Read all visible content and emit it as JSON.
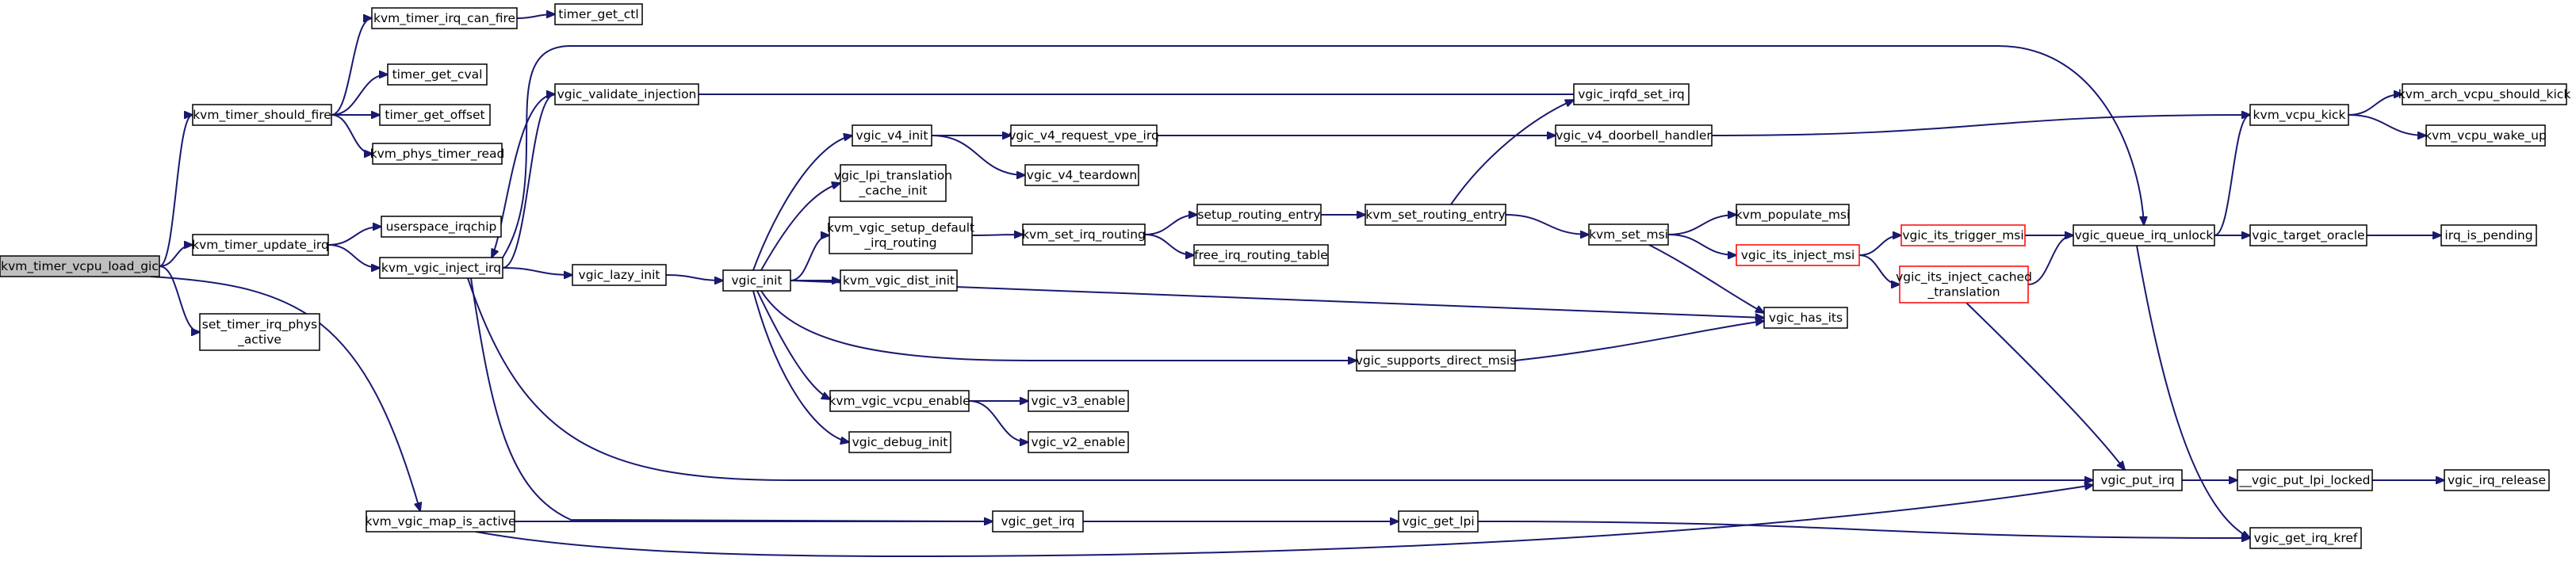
{
  "colors": {
    "edge": "#191970",
    "root_fill": "#bfbfbf",
    "node_fill": "#ffffff",
    "node_border": "#000000",
    "truncated_border": "#ff0000"
  },
  "nodes": [
    {
      "id": "kvm_timer_vcpu_load_gic",
      "lines": [
        "kvm_timer_vcpu_load_gic"
      ],
      "root": true
    },
    {
      "id": "kvm_timer_should_fire",
      "lines": [
        "kvm_timer_should_fire"
      ]
    },
    {
      "id": "kvm_timer_update_irq",
      "lines": [
        "kvm_timer_update_irq"
      ]
    },
    {
      "id": "set_timer_irq_phys_active",
      "lines": [
        "set_timer_irq_phys",
        "_active"
      ]
    },
    {
      "id": "kvm_vgic_map_is_active",
      "lines": [
        "kvm_vgic_map_is_active"
      ]
    },
    {
      "id": "kvm_timer_irq_can_fire",
      "lines": [
        "kvm_timer_irq_can_fire"
      ]
    },
    {
      "id": "timer_get_ctl",
      "lines": [
        "timer_get_ctl"
      ]
    },
    {
      "id": "timer_get_cval",
      "lines": [
        "timer_get_cval"
      ]
    },
    {
      "id": "timer_get_offset",
      "lines": [
        "timer_get_offset"
      ]
    },
    {
      "id": "kvm_phys_timer_read",
      "lines": [
        "kvm_phys_timer_read"
      ]
    },
    {
      "id": "userspace_irqchip",
      "lines": [
        "userspace_irqchip"
      ]
    },
    {
      "id": "kvm_vgic_inject_irq",
      "lines": [
        "kvm_vgic_inject_irq"
      ]
    },
    {
      "id": "vgic_validate_injection",
      "lines": [
        "vgic_validate_injection"
      ]
    },
    {
      "id": "vgic_lazy_init",
      "lines": [
        "vgic_lazy_init"
      ]
    },
    {
      "id": "vgic_init",
      "lines": [
        "vgic_init"
      ]
    },
    {
      "id": "vgic_v4_init",
      "lines": [
        "vgic_v4_init"
      ]
    },
    {
      "id": "vgic_lpi_translation_cache_init",
      "lines": [
        "vgic_lpi_translation",
        "_cache_init"
      ]
    },
    {
      "id": "kvm_vgic_setup_default_irq_routing",
      "lines": [
        "kvm_vgic_setup_default",
        "_irq_routing"
      ]
    },
    {
      "id": "kvm_vgic_dist_init",
      "lines": [
        "kvm_vgic_dist_init"
      ]
    },
    {
      "id": "kvm_vgic_vcpu_enable",
      "lines": [
        "kvm_vgic_vcpu_enable"
      ]
    },
    {
      "id": "vgic_debug_init",
      "lines": [
        "vgic_debug_init"
      ]
    },
    {
      "id": "vgic_v4_request_vpe_irq",
      "lines": [
        "vgic_v4_request_vpe_irq"
      ]
    },
    {
      "id": "vgic_v4_teardown",
      "lines": [
        "vgic_v4_teardown"
      ]
    },
    {
      "id": "kvm_set_irq_routing",
      "lines": [
        "kvm_set_irq_routing"
      ]
    },
    {
      "id": "setup_routing_entry",
      "lines": [
        "setup_routing_entry"
      ]
    },
    {
      "id": "free_irq_routing_table",
      "lines": [
        "free_irq_routing_table"
      ]
    },
    {
      "id": "kvm_set_routing_entry",
      "lines": [
        "kvm_set_routing_entry"
      ]
    },
    {
      "id": "vgic_v3_enable",
      "lines": [
        "vgic_v3_enable"
      ]
    },
    {
      "id": "vgic_v2_enable",
      "lines": [
        "vgic_v2_enable"
      ]
    },
    {
      "id": "vgic_supports_direct_msis",
      "lines": [
        "vgic_supports_direct_msis"
      ]
    },
    {
      "id": "vgic_get_irq",
      "lines": [
        "vgic_get_irq"
      ]
    },
    {
      "id": "vgic_get_lpi",
      "lines": [
        "vgic_get_lpi"
      ]
    },
    {
      "id": "vgic_irqfd_set_irq",
      "lines": [
        "vgic_irqfd_set_irq"
      ]
    },
    {
      "id": "vgic_v4_doorbell_handler",
      "lines": [
        "vgic_v4_doorbell_handler"
      ]
    },
    {
      "id": "kvm_set_msi",
      "lines": [
        "kvm_set_msi"
      ]
    },
    {
      "id": "kvm_populate_msi",
      "lines": [
        "kvm_populate_msi"
      ]
    },
    {
      "id": "vgic_its_inject_msi",
      "lines": [
        "vgic_its_inject_msi"
      ],
      "truncated": true
    },
    {
      "id": "vgic_has_its",
      "lines": [
        "vgic_has_its"
      ]
    },
    {
      "id": "vgic_its_trigger_msi",
      "lines": [
        "vgic_its_trigger_msi"
      ],
      "truncated": true
    },
    {
      "id": "vgic_its_inject_cached_translation",
      "lines": [
        "vgic_its_inject_cached",
        "_translation"
      ],
      "truncated": true
    },
    {
      "id": "vgic_queue_irq_unlock",
      "lines": [
        "vgic_queue_irq_unlock"
      ]
    },
    {
      "id": "vgic_put_irq",
      "lines": [
        "vgic_put_irq"
      ]
    },
    {
      "id": "kvm_vcpu_kick",
      "lines": [
        "kvm_vcpu_kick"
      ]
    },
    {
      "id": "vgic_target_oracle",
      "lines": [
        "vgic_target_oracle"
      ]
    },
    {
      "id": "__vgic_put_lpi_locked",
      "lines": [
        "__vgic_put_lpi_locked"
      ]
    },
    {
      "id": "vgic_get_irq_kref",
      "lines": [
        "vgic_get_irq_kref"
      ]
    },
    {
      "id": "kvm_arch_vcpu_should_kick",
      "lines": [
        "kvm_arch_vcpu_should_kick"
      ]
    },
    {
      "id": "kvm_vcpu_wake_up",
      "lines": [
        "kvm_vcpu_wake_up"
      ]
    },
    {
      "id": "irq_is_pending",
      "lines": [
        "irq_is_pending"
      ]
    },
    {
      "id": "vgic_irq_release",
      "lines": [
        "vgic_irq_release"
      ]
    }
  ],
  "edges": [
    [
      "kvm_timer_vcpu_load_gic",
      "kvm_timer_should_fire"
    ],
    [
      "kvm_timer_vcpu_load_gic",
      "kvm_timer_update_irq"
    ],
    [
      "kvm_timer_vcpu_load_gic",
      "set_timer_irq_phys_active"
    ],
    [
      "kvm_timer_vcpu_load_gic",
      "kvm_vgic_map_is_active"
    ],
    [
      "kvm_timer_should_fire",
      "kvm_timer_irq_can_fire"
    ],
    [
      "kvm_timer_should_fire",
      "timer_get_cval"
    ],
    [
      "kvm_timer_should_fire",
      "timer_get_offset"
    ],
    [
      "kvm_timer_should_fire",
      "kvm_phys_timer_read"
    ],
    [
      "kvm_timer_irq_can_fire",
      "timer_get_ctl"
    ],
    [
      "kvm_timer_update_irq",
      "userspace_irqchip"
    ],
    [
      "kvm_timer_update_irq",
      "kvm_vgic_inject_irq"
    ],
    [
      "kvm_vgic_inject_irq",
      "vgic_validate_injection"
    ],
    [
      "kvm_vgic_inject_irq",
      "vgic_lazy_init"
    ],
    [
      "kvm_vgic_inject_irq",
      "vgic_get_irq"
    ],
    [
      "kvm_vgic_inject_irq",
      "vgic_queue_irq_unlock"
    ],
    [
      "kvm_vgic_inject_irq",
      "vgic_put_irq"
    ],
    [
      "vgic_lazy_init",
      "vgic_init"
    ],
    [
      "vgic_init",
      "vgic_v4_init"
    ],
    [
      "vgic_init",
      "vgic_lpi_translation_cache_init"
    ],
    [
      "vgic_init",
      "kvm_vgic_setup_default_irq_routing"
    ],
    [
      "vgic_init",
      "kvm_vgic_dist_init"
    ],
    [
      "vgic_init",
      "vgic_has_its"
    ],
    [
      "vgic_init",
      "vgic_supports_direct_msis"
    ],
    [
      "vgic_init",
      "kvm_vgic_vcpu_enable"
    ],
    [
      "vgic_init",
      "vgic_debug_init"
    ],
    [
      "vgic_v4_init",
      "vgic_v4_request_vpe_irq"
    ],
    [
      "vgic_v4_init",
      "vgic_v4_teardown"
    ],
    [
      "vgic_v4_request_vpe_irq",
      "vgic_v4_doorbell_handler"
    ],
    [
      "vgic_v4_doorbell_handler",
      "kvm_vcpu_kick"
    ],
    [
      "kvm_vgic_setup_default_irq_routing",
      "kvm_set_irq_routing"
    ],
    [
      "kvm_set_irq_routing",
      "setup_routing_entry"
    ],
    [
      "kvm_set_irq_routing",
      "free_irq_routing_table"
    ],
    [
      "setup_routing_entry",
      "kvm_set_routing_entry"
    ],
    [
      "kvm_set_routing_entry",
      "vgic_irqfd_set_irq"
    ],
    [
      "kvm_set_routing_entry",
      "kvm_set_msi"
    ],
    [
      "vgic_irqfd_set_irq",
      "kvm_vgic_inject_irq"
    ],
    [
      "kvm_set_msi",
      "kvm_populate_msi"
    ],
    [
      "kvm_set_msi",
      "vgic_its_inject_msi"
    ],
    [
      "kvm_set_msi",
      "vgic_has_its"
    ],
    [
      "vgic_its_inject_msi",
      "vgic_its_trigger_msi"
    ],
    [
      "vgic_its_inject_msi",
      "vgic_its_inject_cached_translation"
    ],
    [
      "vgic_its_trigger_msi",
      "vgic_queue_irq_unlock"
    ],
    [
      "vgic_its_inject_cached_translation",
      "vgic_queue_irq_unlock"
    ],
    [
      "vgic_its_inject_cached_translation",
      "vgic_put_irq"
    ],
    [
      "kvm_vgic_vcpu_enable",
      "vgic_v3_enable"
    ],
    [
      "kvm_vgic_vcpu_enable",
      "vgic_v2_enable"
    ],
    [
      "vgic_supports_direct_msis",
      "vgic_has_its"
    ],
    [
      "vgic_get_irq",
      "vgic_get_lpi"
    ],
    [
      "vgic_get_lpi",
      "vgic_get_irq_kref"
    ],
    [
      "kvm_vgic_map_is_active",
      "vgic_get_irq"
    ],
    [
      "kvm_vgic_map_is_active",
      "vgic_put_irq"
    ],
    [
      "vgic_queue_irq_unlock",
      "kvm_vcpu_kick"
    ],
    [
      "vgic_queue_irq_unlock",
      "vgic_target_oracle"
    ],
    [
      "vgic_queue_irq_unlock",
      "vgic_get_irq_kref"
    ],
    [
      "vgic_put_irq",
      "__vgic_put_lpi_locked"
    ],
    [
      "kvm_vcpu_kick",
      "kvm_arch_vcpu_should_kick"
    ],
    [
      "kvm_vcpu_kick",
      "kvm_vcpu_wake_up"
    ],
    [
      "vgic_target_oracle",
      "irq_is_pending"
    ],
    [
      "__vgic_put_lpi_locked",
      "vgic_irq_release"
    ]
  ]
}
